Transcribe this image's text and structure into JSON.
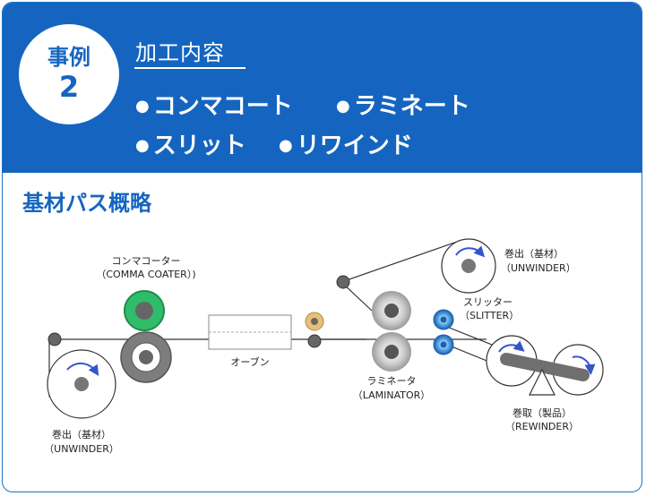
{
  "colors": {
    "brand": "#1565c0",
    "header_bg": "#1565c0"
  },
  "badge": {
    "label": "事例",
    "number": "2"
  },
  "process": {
    "title": "加工内容",
    "items": [
      "コンマコート",
      "ラミネート",
      "スリット",
      "リワインド"
    ]
  },
  "section_title": "基材パス概略",
  "diagram": {
    "labels": {
      "comma_coater_ja": "コンマコーター",
      "comma_coater_en": "（COMMA COATER）)",
      "oven": "オーブン",
      "unwinder_top_ja": "巻出（基材）",
      "unwinder_top_en": "（UNWINDER）",
      "slitter_ja": "スリッター",
      "slitter_en": "（SLITTER）",
      "laminator_ja": "ラミネータ",
      "laminator_en": "（LAMINATOR）",
      "rewinder_ja": "巻取（製品）",
      "rewinder_en": "（REWINDER）",
      "unwinder_bottom_ja": "巻出（基材）",
      "unwinder_bottom_en": "（UNWINDER）"
    }
  }
}
